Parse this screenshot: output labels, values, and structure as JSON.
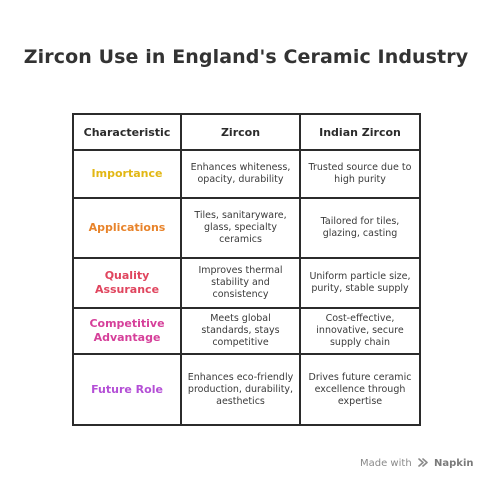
{
  "title": "Zircon Use in England's Ceramic Industry",
  "table": {
    "headers": [
      "Characteristic",
      "Zircon",
      "Indian Zircon"
    ],
    "rows": [
      {
        "label": "Importance",
        "label_color": "#e2b714",
        "zircon": "Enhances whiteness, opacity, durability",
        "indian": "Trusted source due to high purity"
      },
      {
        "label": "Applications",
        "label_color": "#e8832a",
        "zircon": "Tiles, sanitaryware, glass, specialty ceramics",
        "indian": "Tailored for tiles, glazing, casting"
      },
      {
        "label": "Quality Assurance",
        "label_color": "#e0455e",
        "zircon": "Improves thermal stability and consistency",
        "indian": "Uniform particle size, purity, stable supply"
      },
      {
        "label": "Competitive Advantage",
        "label_color": "#d6409a",
        "zircon": "Meets global standards, stays competitive",
        "indian": "Cost-effective, innovative, secure supply chain"
      },
      {
        "label": "Future Role",
        "label_color": "#b44fd6",
        "zircon": "Enhances eco-friendly production, durability, aesthetics",
        "indian": "Drives future ceramic excellence through expertise"
      }
    ]
  },
  "footer": {
    "made_with": "Made with",
    "brand": "Napkin",
    "icon": "napkin-logo-icon"
  }
}
